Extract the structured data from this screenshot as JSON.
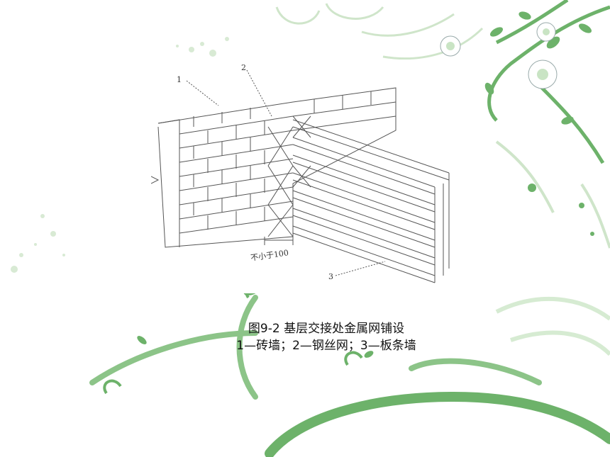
{
  "figure": {
    "callouts": {
      "label_1": "1",
      "label_2": "2",
      "label_3": "3"
    },
    "dimension_note": "不小于100"
  },
  "caption": {
    "title": "图9-2  基层交接处金属网铺设",
    "legend": "1—砖墙；2—钢丝网；3—板条墙"
  },
  "colors": {
    "vine_green": "#6db26a",
    "vine_light": "#c9e4c4",
    "line_art": "#555555"
  }
}
